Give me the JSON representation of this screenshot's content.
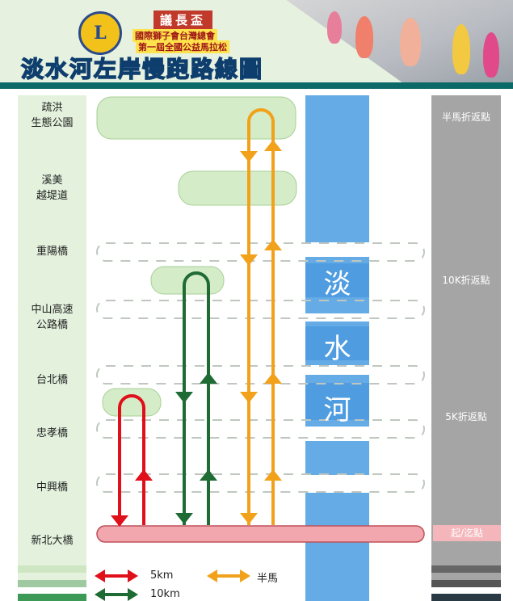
{
  "header": {
    "logo_text": "L",
    "trophy": "議長盃",
    "org_line1": "國際獅子會台灣總會",
    "org_line2": "第一屆全國公益馬拉松",
    "title": "淡水河左岸慢跑路線圖"
  },
  "locations": [
    {
      "label": "疏洪\n生態公園"
    },
    {
      "label": "溪美\n越堤道"
    },
    {
      "label": "重陽橋"
    },
    {
      "label": "中山高速\n公路橋"
    },
    {
      "label": "台北橋"
    },
    {
      "label": "忠孝橋"
    },
    {
      "label": "中興橋"
    },
    {
      "label": "新北大橋"
    }
  ],
  "turnarounds": {
    "half": "半馬折返點",
    "tenk": "10K折返點",
    "fivek": "5K折返點",
    "start_end": "起/迄點"
  },
  "river": {
    "chars": [
      "淡",
      "水",
      "河"
    ]
  },
  "legend": {
    "five_k": "5km",
    "half": "半馬",
    "ten_k": "10km"
  },
  "colors": {
    "five_k": "#e0101b",
    "ten_k": "#1e6b34",
    "half": "#f2a11a",
    "river": "#65abe6",
    "start_bar": "#f2a6ad"
  }
}
